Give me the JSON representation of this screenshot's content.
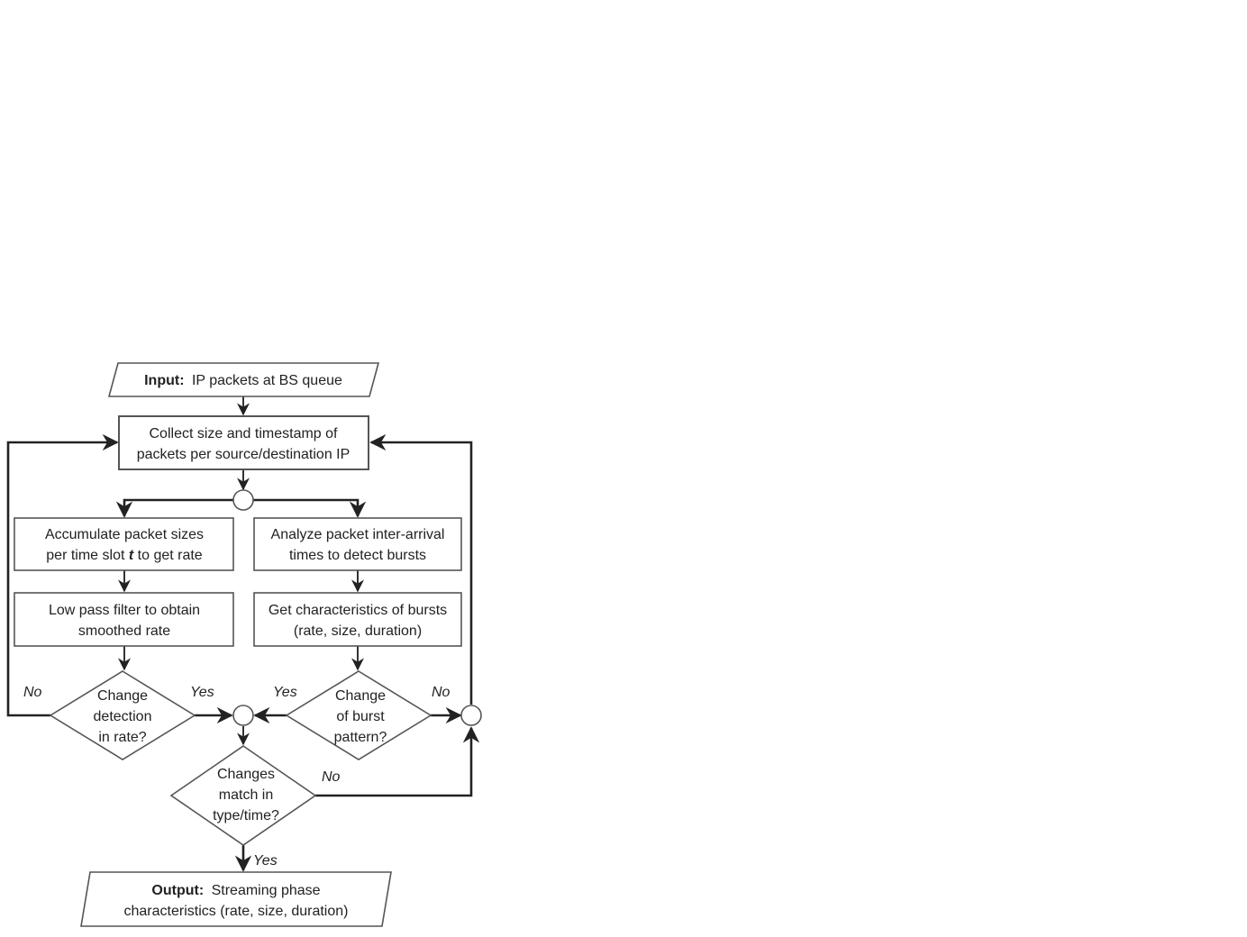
{
  "input": {
    "label": "Input:",
    "text": "IP packets at BS queue"
  },
  "collect": {
    "line1": "Collect size and timestamp of",
    "line2": "packets per source/destination IP"
  },
  "accumulate": {
    "line1": "Accumulate packet sizes",
    "line2a": "per time slot ",
    "line2b": "t",
    "line2c": " to get rate"
  },
  "analyze": {
    "line1": "Analyze packet inter-arrival",
    "line2": "times to detect bursts"
  },
  "lowpass": {
    "line1": "Low pass filter to obtain",
    "line2": "smoothed rate"
  },
  "characteristics": {
    "line1": "Get characteristics of bursts",
    "line2": "(rate, size, duration)"
  },
  "change_rate": {
    "line1": "Change",
    "line2": "detection",
    "line3": "in rate?"
  },
  "change_burst": {
    "line1": "Change",
    "line2": "of burst",
    "line3": "pattern?"
  },
  "changes_match": {
    "line1": "Changes",
    "line2": "match in",
    "line3": "type/time?"
  },
  "output": {
    "label": "Output:",
    "text": "Streaming phase",
    "line2": "characteristics (rate, size, duration)"
  },
  "edge_labels": {
    "rate_no": "No",
    "rate_yes": "Yes",
    "burst_yes": "Yes",
    "burst_no": "No",
    "match_no": "No",
    "match_yes": "Yes"
  }
}
